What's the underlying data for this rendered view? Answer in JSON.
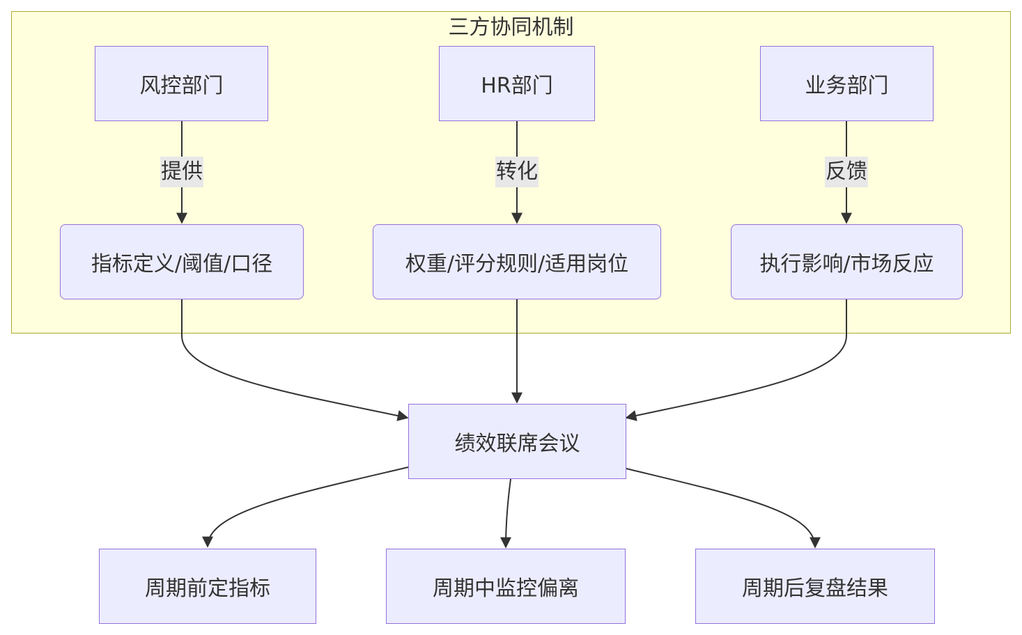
{
  "cluster": {
    "title": "三方协同机制"
  },
  "nodes": {
    "risk_dept": "风控部门",
    "hr_dept": "HR部门",
    "biz_dept": "业务部门",
    "risk_output": "指标定义/阈值/口径",
    "hr_output": "权重/评分规则/适用岗位",
    "biz_output": "执行影响/市场反应",
    "meeting": "绩效联席会议",
    "pre_cycle": "周期前定指标",
    "mid_cycle": "周期中监控偏离",
    "post_cycle": "周期后复盘结果"
  },
  "edge_labels": {
    "provide": "提供",
    "transform": "转化",
    "feedback": "反馈"
  },
  "colors": {
    "cluster_fill": "#ffffde",
    "cluster_border": "#aaaa33",
    "node_fill": "#ececff",
    "node_border": "#9370db",
    "edge": "#333333",
    "edge_label_bg": "#e8e8e8"
  }
}
